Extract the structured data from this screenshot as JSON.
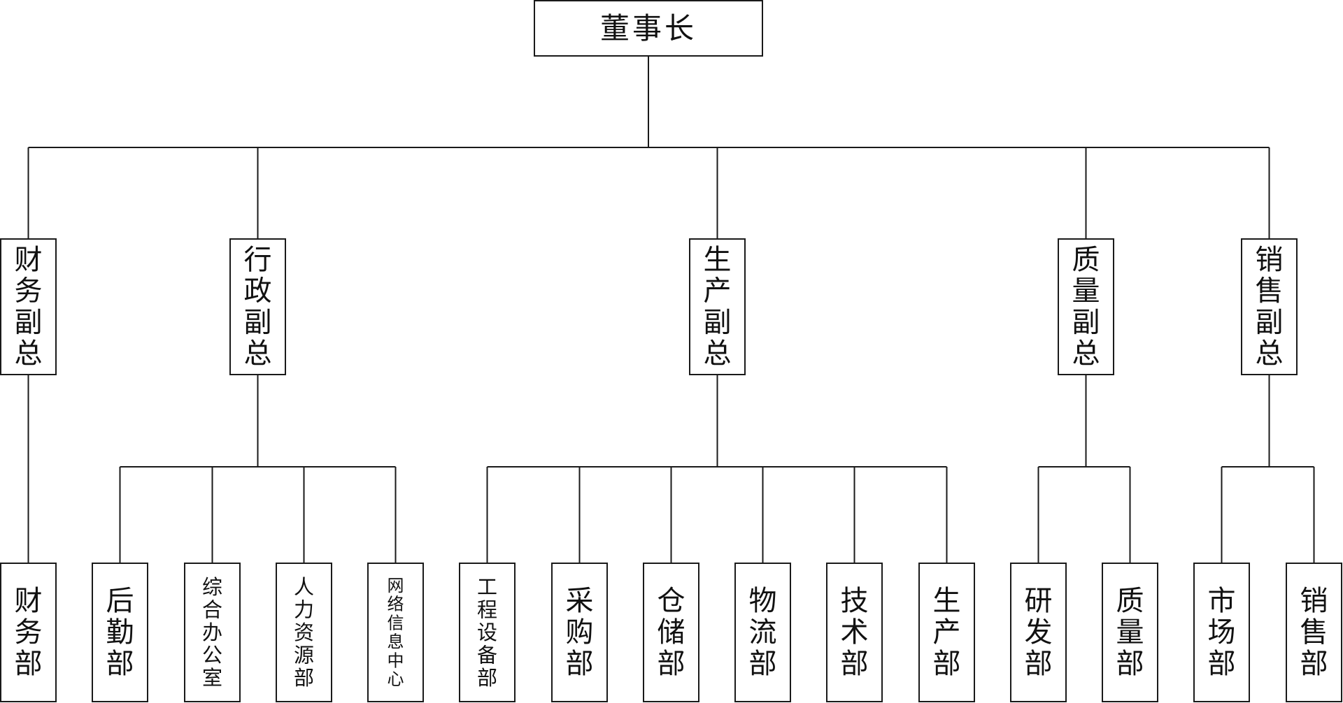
{
  "chairman": {
    "label": "董事长"
  },
  "vice_presidents": [
    {
      "id": "finance",
      "label": "财务副总"
    },
    {
      "id": "admin",
      "label": "行政副总"
    },
    {
      "id": "production",
      "label": "生产副总"
    },
    {
      "id": "quality",
      "label": "质量副总"
    },
    {
      "id": "sales",
      "label": "销售副总"
    }
  ],
  "departments": [
    {
      "id": "finance-dept",
      "parent": "finance",
      "label": "财务部"
    },
    {
      "id": "logistics-support",
      "parent": "admin",
      "label": "后勤部"
    },
    {
      "id": "general-office",
      "parent": "admin",
      "label": "综合办公室"
    },
    {
      "id": "hr",
      "parent": "admin",
      "label": "人力资源部"
    },
    {
      "id": "network-info",
      "parent": "admin",
      "label": "网络信息中心"
    },
    {
      "id": "engineering",
      "parent": "production",
      "label": "工程设备部"
    },
    {
      "id": "procurement",
      "parent": "production",
      "label": "采购部"
    },
    {
      "id": "warehouse",
      "parent": "production",
      "label": "仓储部"
    },
    {
      "id": "logistics",
      "parent": "production",
      "label": "物流部"
    },
    {
      "id": "technology",
      "parent": "production",
      "label": "技术部"
    },
    {
      "id": "production-dept",
      "parent": "production",
      "label": "生产部"
    },
    {
      "id": "rnd",
      "parent": "quality",
      "label": "研发部"
    },
    {
      "id": "quality-dept",
      "parent": "quality",
      "label": "质量部"
    },
    {
      "id": "marketing",
      "parent": "sales",
      "label": "市场部"
    },
    {
      "id": "sales-dept",
      "parent": "sales",
      "label": "销售部"
    }
  ]
}
